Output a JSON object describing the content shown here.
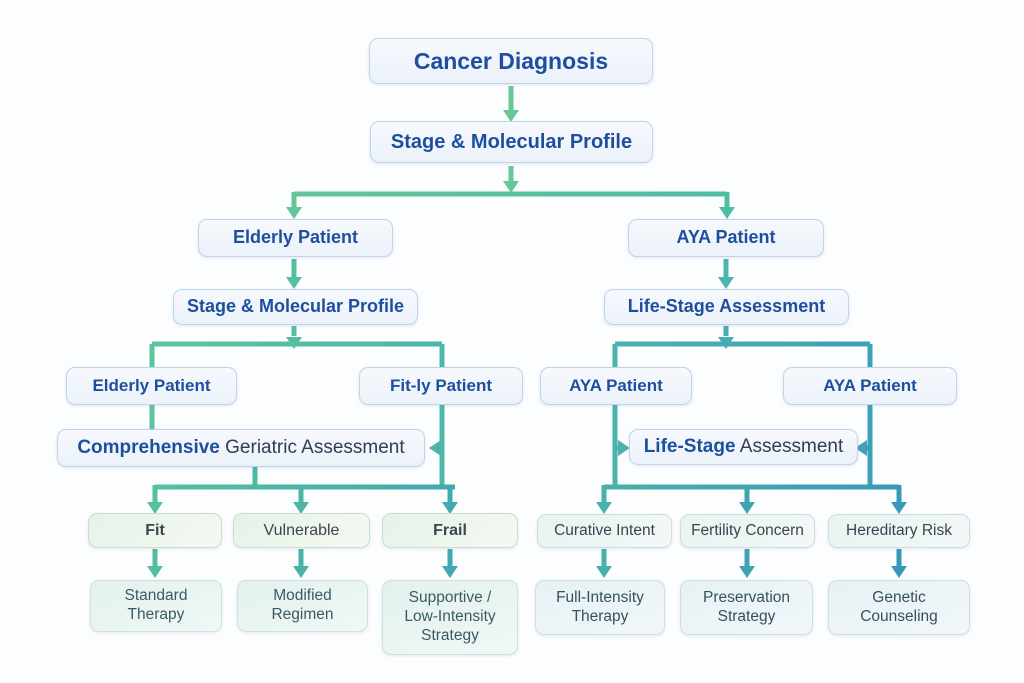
{
  "palette": {
    "arrow_green": "#63c497",
    "arrow_teal": "#3a9cb7",
    "box_blue_bg": "#eef4fb",
    "box_blue_border": "#bed4e9",
    "box_green_bg": "#e6f2e8",
    "box_leaf_bg": "#e3f1ed",
    "text_blue": "#1d4f9e",
    "text_navy": "#2e3c58",
    "text_slate": "#3c464e",
    "text_teal_slate": "#3b5a63"
  },
  "nodes": {
    "cancer_diagnosis": "Cancer Diagnosis",
    "stage_molecular_profile": "Stage & Molecular Profile",
    "elderly_patient": "Elderly Patient",
    "aya_patient": "AYA Patient",
    "stage_molecular_profile_2": "Stage & Molecular Profile",
    "life_stage_assessment": "Life-Stage Assessment",
    "elderly_patient_2": "Elderly Patient",
    "fitly_patient": "Fit-ly Patient",
    "aya_patient_2": "AYA Patient",
    "aya_patient_3": "AYA Patient",
    "cga": {
      "bold": "Comprehensive",
      "rest": " Geriatric Assessment"
    },
    "life_stage_assessment_2": {
      "bold": "Life-Stage",
      "rest": " Assessment"
    },
    "fit": "Fit",
    "vulnerable": "Vulnerable",
    "frail": "Frail",
    "curative_intent": "Curative Intent",
    "fertility_concern": "Fertility Concern",
    "hereditary_risk": "Hereditary Risk",
    "standard_therapy": "Standard\nTherapy",
    "modified_regimen": "Modified\nRegimen",
    "supportive_strategy": "Supportive /\nLow-Intensity\nStrategy",
    "full_intensity_therapy": "Full-Intensity\nTherapy",
    "preservation_strategy": "Preservation\nStrategy",
    "genetic_counseling": "Genetic\nCounseling"
  }
}
